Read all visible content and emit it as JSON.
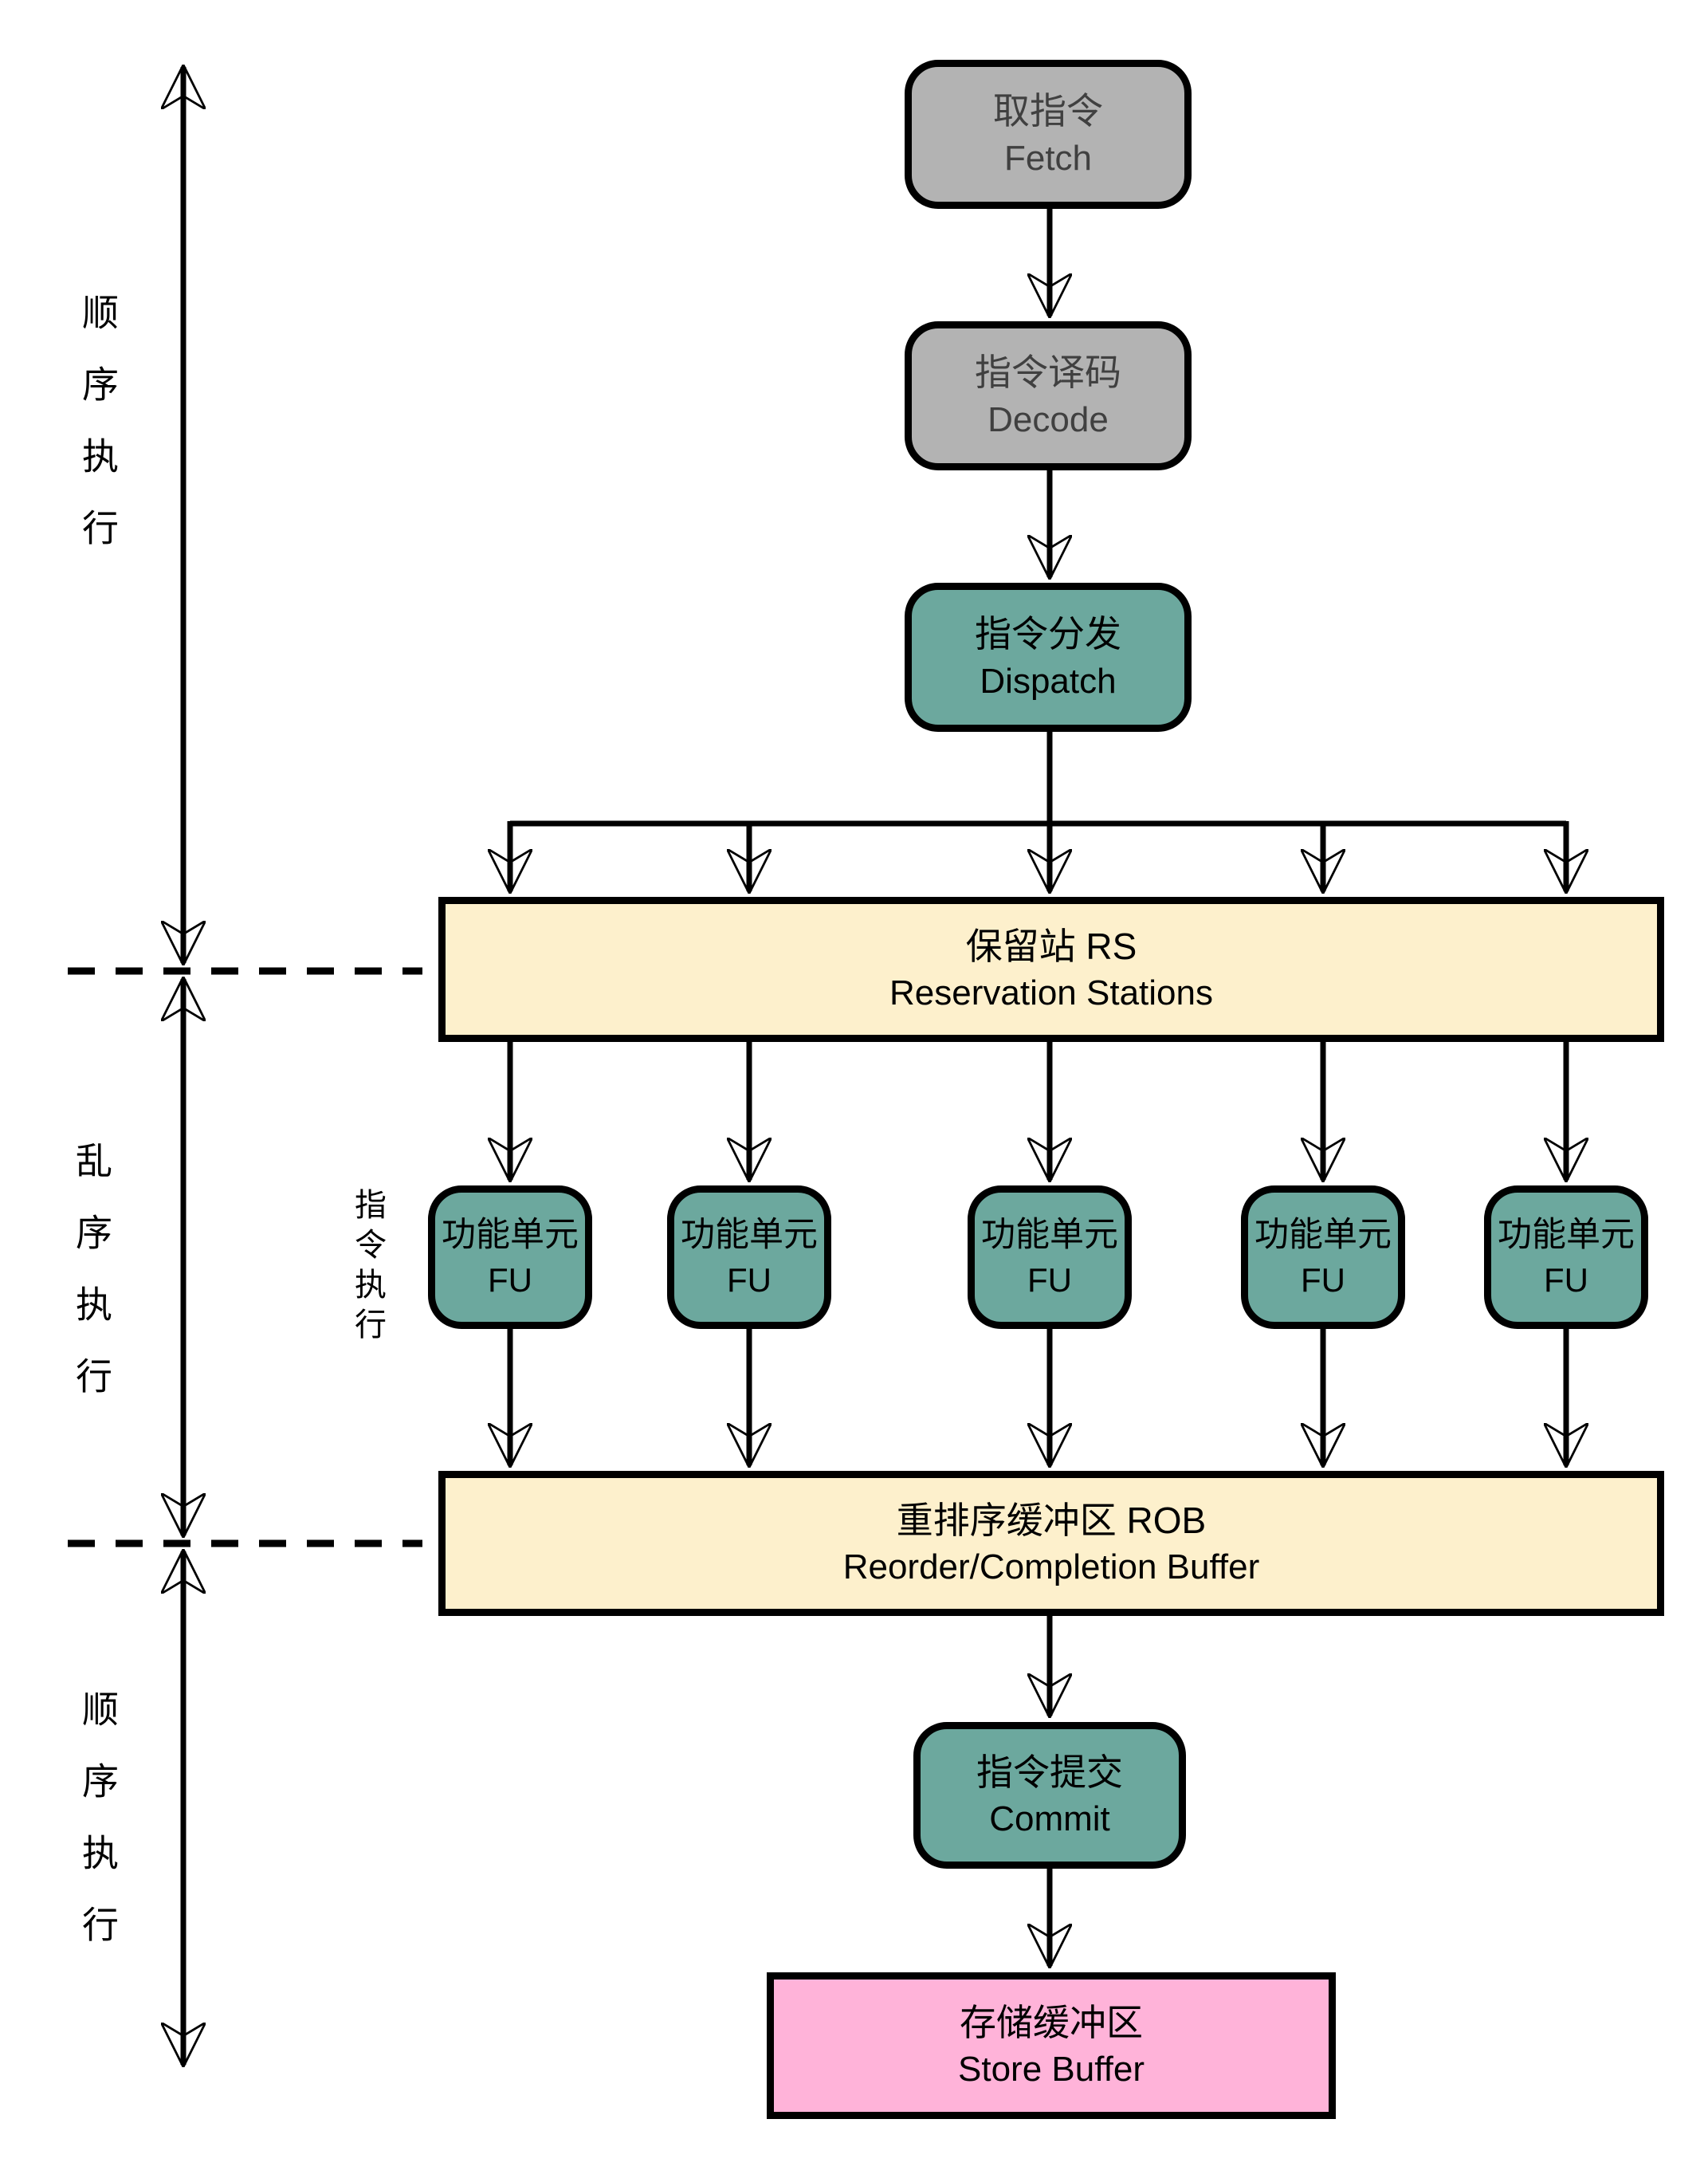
{
  "nodes": {
    "fetch": {
      "zh": "取指令",
      "en": "Fetch"
    },
    "decode": {
      "zh": "指令译码",
      "en": "Decode"
    },
    "dispatch": {
      "zh": "指令分发",
      "en": "Dispatch"
    },
    "rs": {
      "zh": "保留站 RS",
      "en": "Reservation Stations"
    },
    "fu": {
      "zh": "功能单元",
      "en": "FU"
    },
    "rob": {
      "zh": "重排序缓冲区 ROB",
      "en": "Reorder/Completion Buffer"
    },
    "commit": {
      "zh": "指令提交",
      "en": "Commit"
    },
    "store": {
      "zh": "存储缓冲区",
      "en": "Store Buffer"
    }
  },
  "side_labels": {
    "in_order_top": "顺序执行",
    "out_of_order": "乱序执行",
    "in_order_bottom": "顺序执行",
    "instruction_execute": "指令执行"
  },
  "colors": {
    "gray": "#b3b3b3",
    "teal": "#6ca89e",
    "cream": "#fdf0cc",
    "pink": "#ffb3d9",
    "gray_text": "#404040",
    "line": "#000000"
  }
}
